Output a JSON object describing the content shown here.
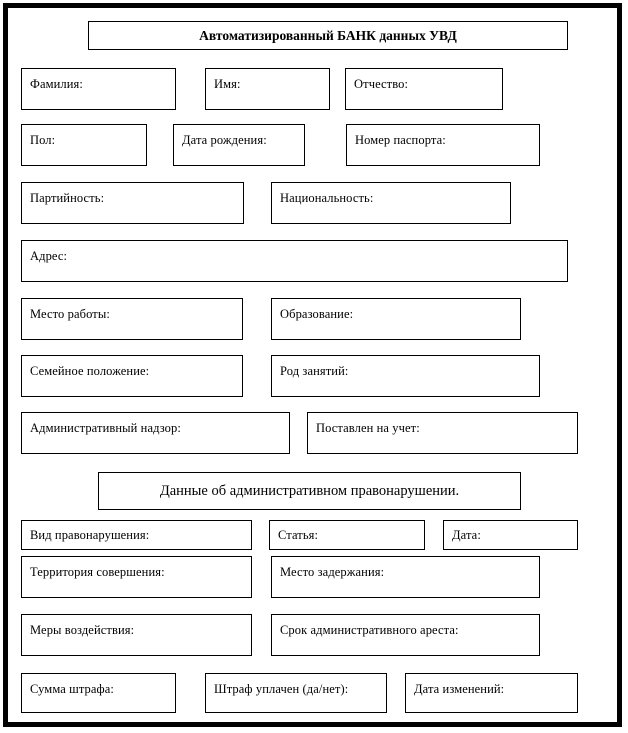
{
  "form": {
    "title": "Автоматизированный БАНК данных УВД",
    "section_header": "Данные об административном правонарушении.",
    "personal_fields": [
      {
        "label": "Фамилия:"
      },
      {
        "label": "Имя:"
      },
      {
        "label": "Отчество:"
      },
      {
        "label": "Пол:"
      },
      {
        "label": "Дата рождения:"
      },
      {
        "label": "Номер паспорта:"
      },
      {
        "label": "Партийность:"
      },
      {
        "label": "Национальность:"
      },
      {
        "label": "Адрес:"
      },
      {
        "label": "Место работы:"
      },
      {
        "label": "Образование:"
      },
      {
        "label": "Семейное положение:"
      },
      {
        "label": "Род занятий:"
      },
      {
        "label": "Административный надзор:"
      },
      {
        "label": "Поставлен на учет:"
      }
    ],
    "offence_fields": [
      {
        "label": "Вид правонарушения:"
      },
      {
        "label": "Статья:"
      },
      {
        "label": "Дата:"
      },
      {
        "label": "Территория совершения:"
      },
      {
        "label": "Место задержания:"
      },
      {
        "label": "Меры воздействия:"
      },
      {
        "label": "Срок административного ареста:"
      },
      {
        "label": "Сумма штрафа:"
      },
      {
        "label": "Штраф уплачен (да/нет):"
      },
      {
        "label": "Дата изменений:"
      }
    ]
  },
  "colors": {
    "border": "#000000",
    "background": "#ffffff",
    "text": "#000000"
  }
}
